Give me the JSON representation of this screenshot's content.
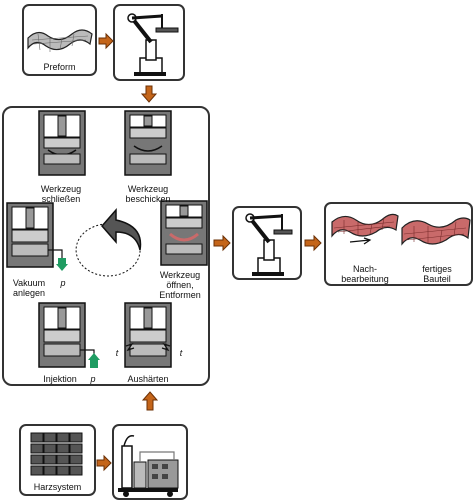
{
  "colors": {
    "arrow": "#c4651a",
    "arrow_edge": "#6b3006",
    "part": "#c96a6a",
    "pressure": "#1f9c62"
  },
  "steps": {
    "preform": "Preform",
    "close_line1": "Werkzeug",
    "close_line2": "schließen",
    "load_line1": "Werkzeug",
    "load_line2": "beschicken",
    "vacuum_line1": "Vakuum",
    "vacuum_line2": "anlegen",
    "open_line1": "Werkzeug",
    "open_line2": "öffnen,",
    "open_line3": "Entformen",
    "injection": "Injektion",
    "cure": "Aushärten",
    "post_line1": "Nach-",
    "post_line2": "bearbeitung",
    "finished_line1": "fertiges",
    "finished_line2": "Bauteil",
    "resin": "Harzsystem"
  },
  "symbols": {
    "pressure": "p",
    "time": "t"
  }
}
